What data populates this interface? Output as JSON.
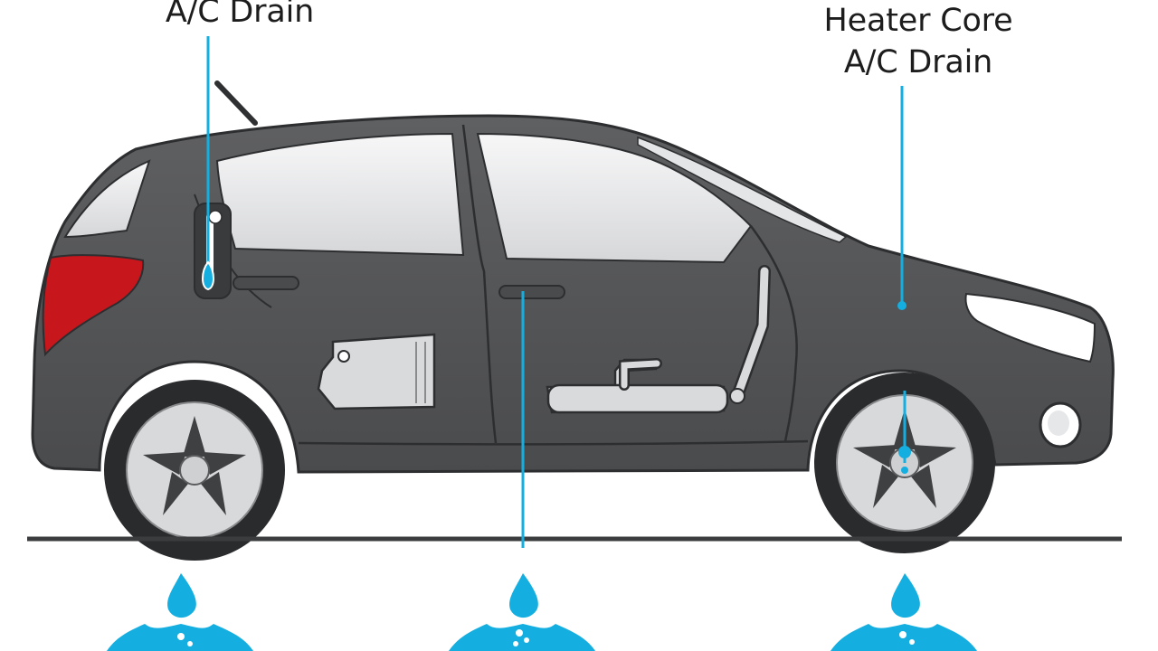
{
  "labels": {
    "left_callout": "A/C Drain",
    "right_callout_line1": "Heater Core",
    "right_callout_line2": "A/C Drain"
  },
  "colors": {
    "body": "#57585a",
    "body_dark": "#3a3b3d",
    "glass": "#e9eaeb",
    "accent_water": "#14afe0",
    "tail_light": "#c8161d",
    "ground": "#3b3c3e",
    "components": "#d9dadc"
  },
  "icons": [
    "water-drop-icon",
    "water-splash-icon"
  ]
}
